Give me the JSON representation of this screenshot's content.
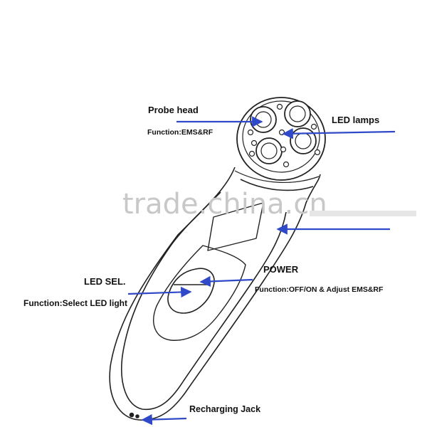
{
  "labels": {
    "probe_head": "Probe head",
    "probe_function": "Function:EMS&RF",
    "led_lamps": "LED lamps",
    "led_sel": "LED SEL.",
    "led_sel_function": "Function:Select LED light",
    "power": "POWER",
    "power_function": "Function:OFF/ON & Adjust EMS&RF",
    "recharging_jack": "Recharging Jack"
  },
  "watermark": "trade.china.cn",
  "colors": {
    "arrow": "#2f49c8",
    "outline": "#222222",
    "background": "#ffffff",
    "watermark": "#c8c8c8"
  }
}
